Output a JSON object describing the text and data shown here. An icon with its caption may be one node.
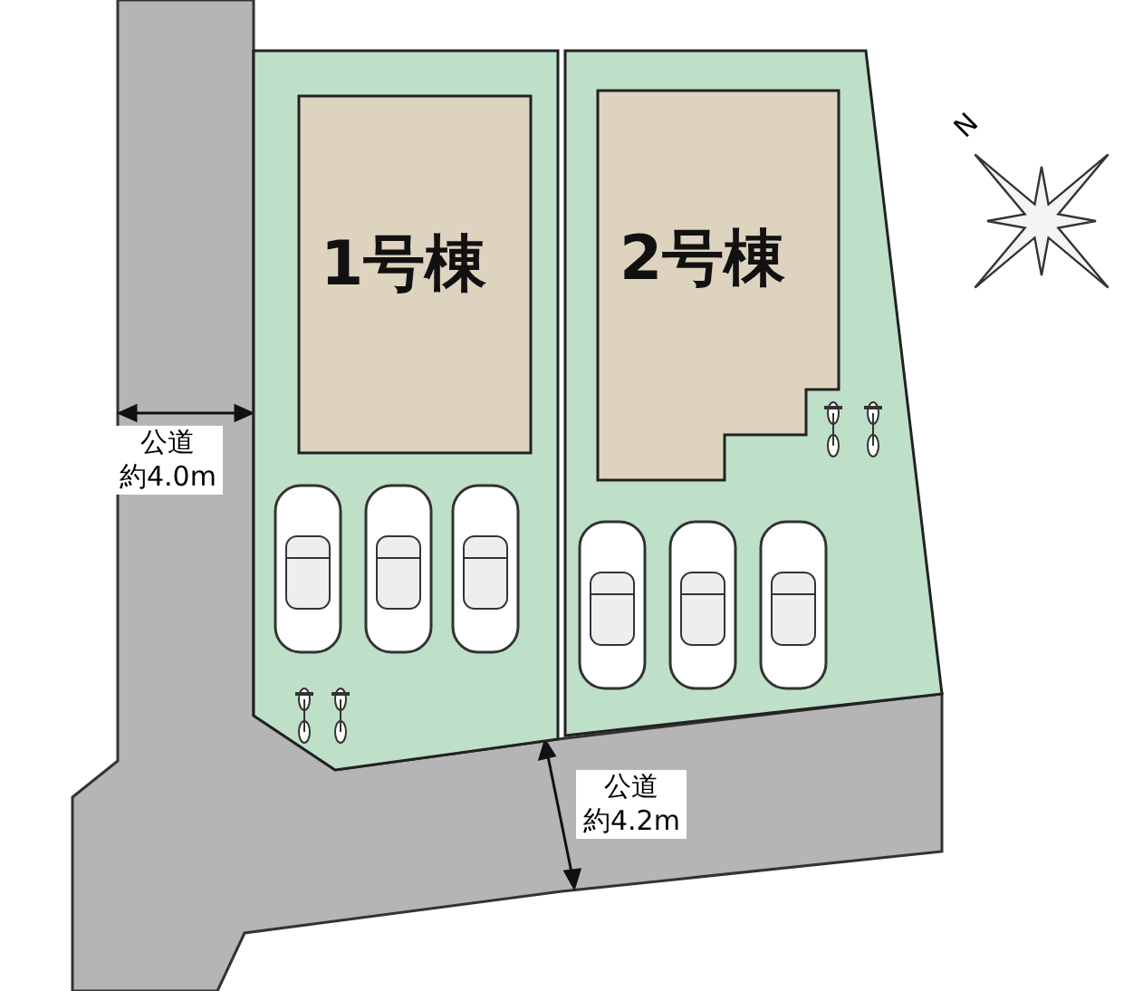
{
  "diagram": {
    "nodes": [
      {
        "text": [],
        "shape": "box"
      },
      {
        "text": [],
        "shape": "box"
      },
      {
        "text": [
          "1号棟"
        ],
        "in": 0
      },
      {
        "text": [
          "2号棟"
        ],
        "in": 1
      }
    ],
    "labels": [
      "公道約4.0m",
      "公道約4.2m",
      "N"
    ]
  }
}
